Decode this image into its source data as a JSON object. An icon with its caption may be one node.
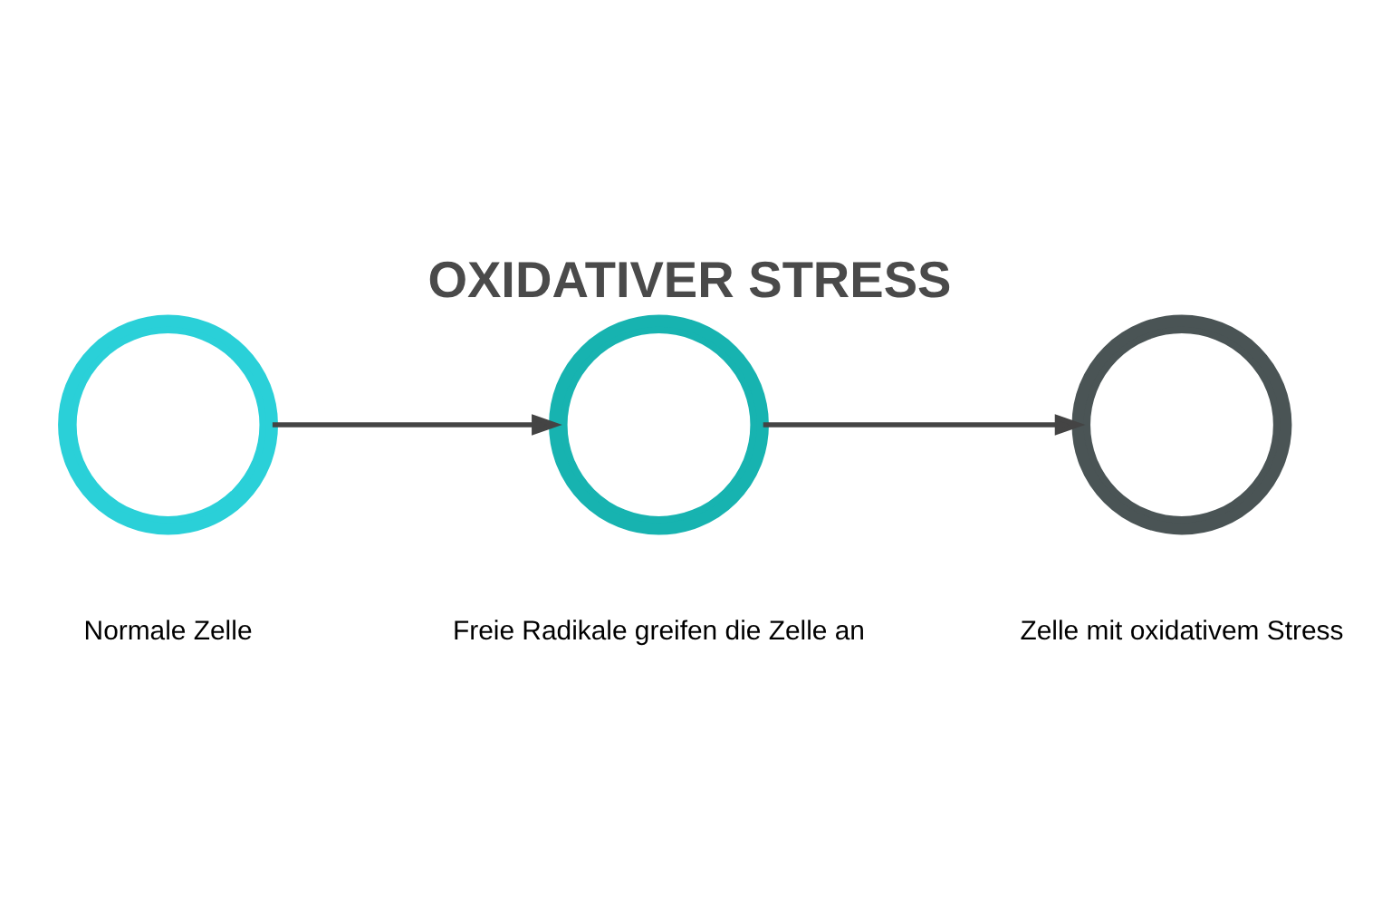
{
  "diagram": {
    "title": "OXIDATIVER STRESS",
    "nodes": [
      {
        "text": [],
        "shape": "circle",
        "beside": [
          "Normale Zelle"
        ]
      },
      {
        "text": [],
        "shape": "circle",
        "beside": [
          "Freie Radikale greifen die Zelle an"
        ]
      },
      {
        "text": [],
        "shape": "circle",
        "beside": [
          "Zelle mit oxidativem Stress"
        ]
      }
    ],
    "edges": [
      {
        "from": 0,
        "to": 1,
        "arrow": "to"
      },
      {
        "from": 1,
        "to": 2,
        "arrow": "to"
      }
    ]
  }
}
